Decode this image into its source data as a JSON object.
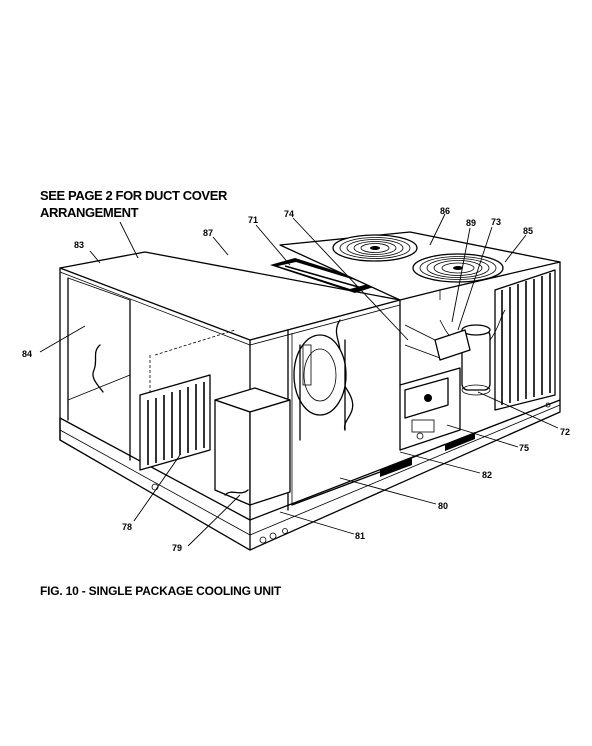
{
  "note": {
    "line1": "SEE PAGE 2 FOR DUCT COVER",
    "line2": "ARRANGEMENT"
  },
  "caption": "FIG. 10 - SINGLE PACKAGE COOLING UNIT",
  "callouts": {
    "c83": "83",
    "c87": "87",
    "c71": "71",
    "c74": "74",
    "c86": "86",
    "c89": "89",
    "c73": "73",
    "c85": "85",
    "c84": "84",
    "c72": "72",
    "c75": "75",
    "c82": "82",
    "c80": "80",
    "c78": "78",
    "c79": "79",
    "c81": "81"
  }
}
